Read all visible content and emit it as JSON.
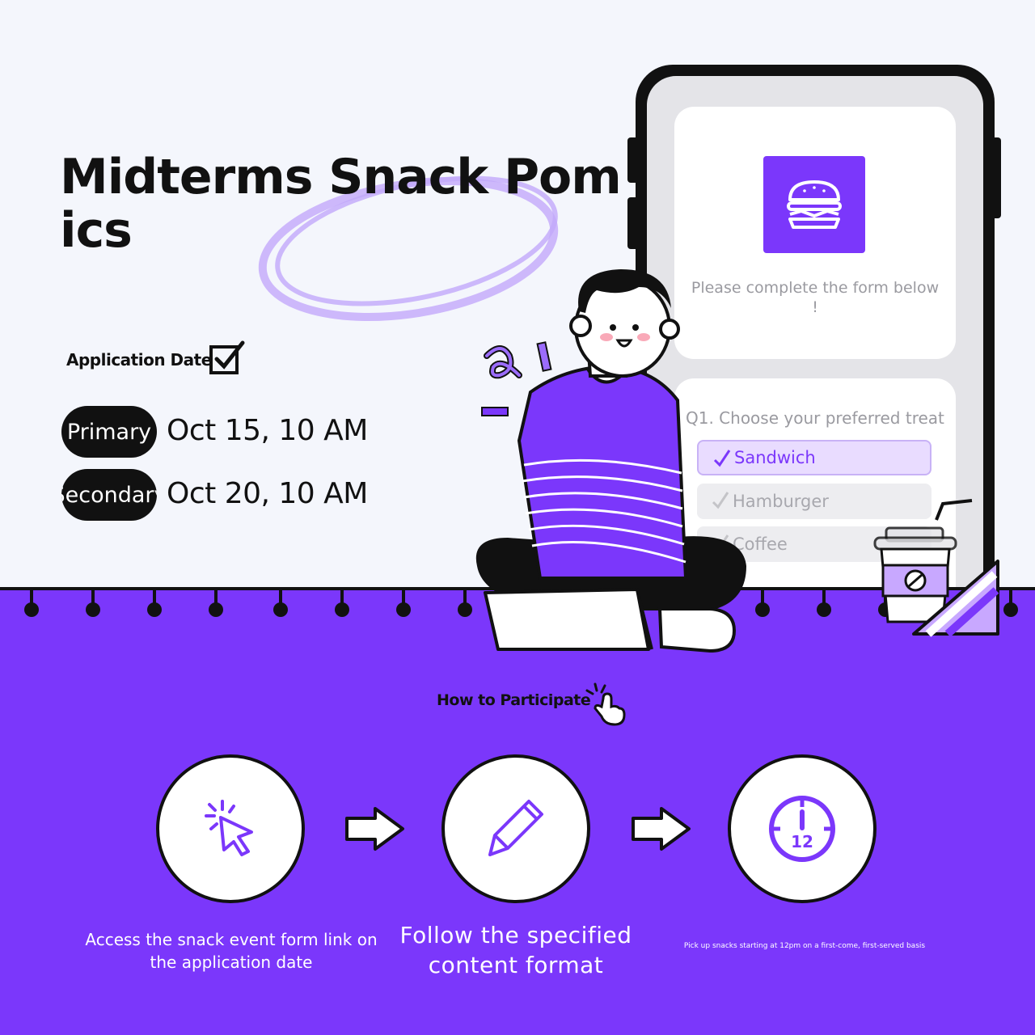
{
  "header": {
    "title": "Midterms Snack Pomics",
    "application_date_label": "Application Date"
  },
  "dates": [
    {
      "label": "Primary",
      "value": "Oct  15, 10 AM"
    },
    {
      "label": "Secondary",
      "value": "Oct 20, 10 AM"
    }
  ],
  "phone": {
    "form_prompt": "Please complete the form below !",
    "question": "Q1. Choose your preferred treat",
    "options": [
      {
        "label": "Sandwich",
        "selected": true
      },
      {
        "label": "Hamburger",
        "selected": false
      },
      {
        "label": "Coffee",
        "selected": false
      }
    ]
  },
  "participate": {
    "heading": "How to Participate",
    "steps": [
      {
        "icon": "cursor-click-icon",
        "text": "Access the snack event form link on the application date"
      },
      {
        "icon": "pencil-icon",
        "text": "Follow the specified content format"
      },
      {
        "icon": "clock-12-icon",
        "text": "Pick up snacks starting at 12pm on a first-come, first-served basis"
      }
    ]
  },
  "colors": {
    "accent": "#7b37fb",
    "dark": "#111111",
    "background": "#f4f6fc",
    "light_purple": "#e9dcff"
  }
}
